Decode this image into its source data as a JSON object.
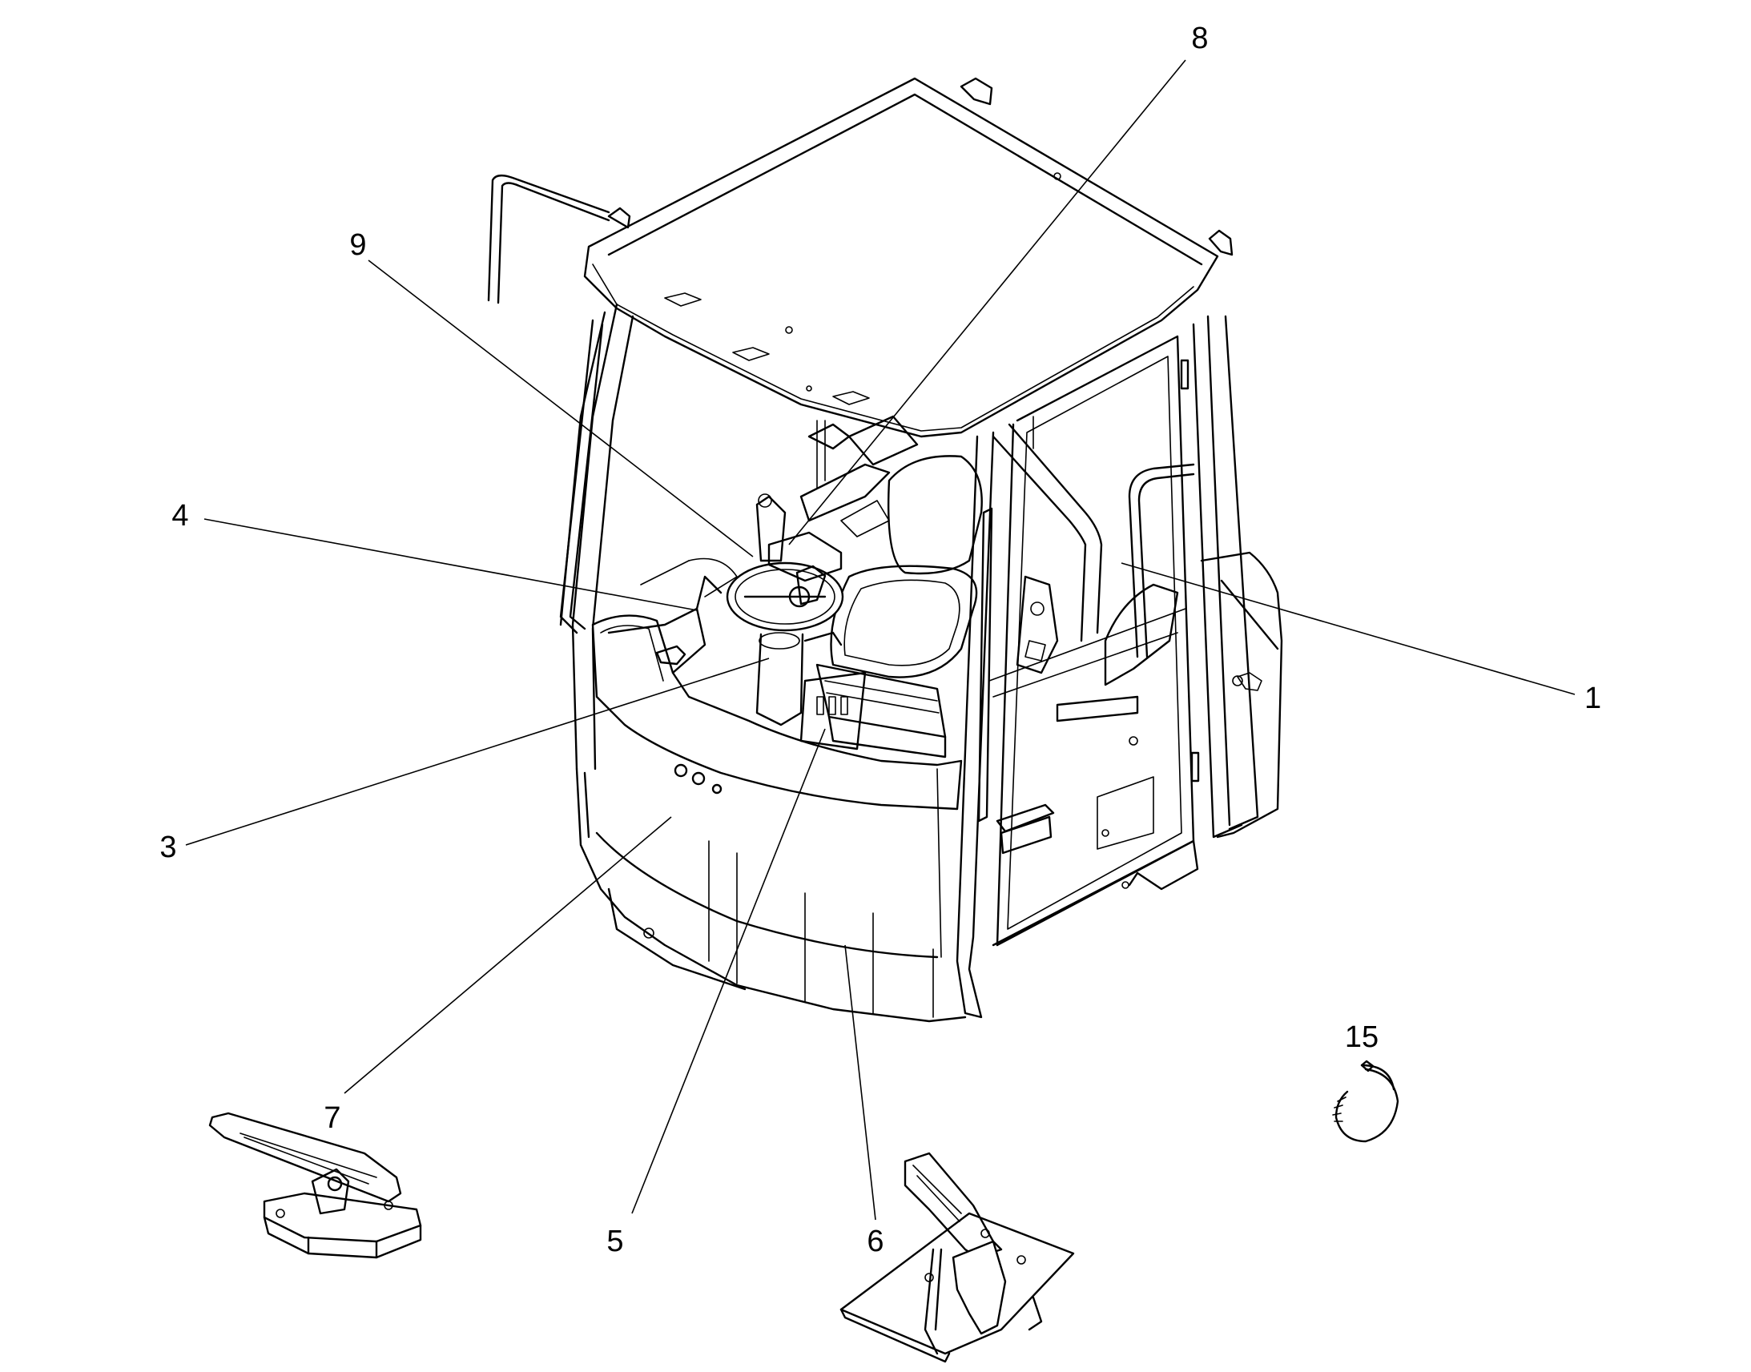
{
  "callouts": [
    {
      "id": "1",
      "text": "1"
    },
    {
      "id": "3",
      "text": "3"
    },
    {
      "id": "4",
      "text": "4"
    },
    {
      "id": "5",
      "text": "5"
    },
    {
      "id": "6",
      "text": "6"
    },
    {
      "id": "7",
      "text": "7"
    },
    {
      "id": "8",
      "text": "8"
    },
    {
      "id": "9",
      "text": "9"
    },
    {
      "id": "15",
      "text": "15"
    }
  ]
}
